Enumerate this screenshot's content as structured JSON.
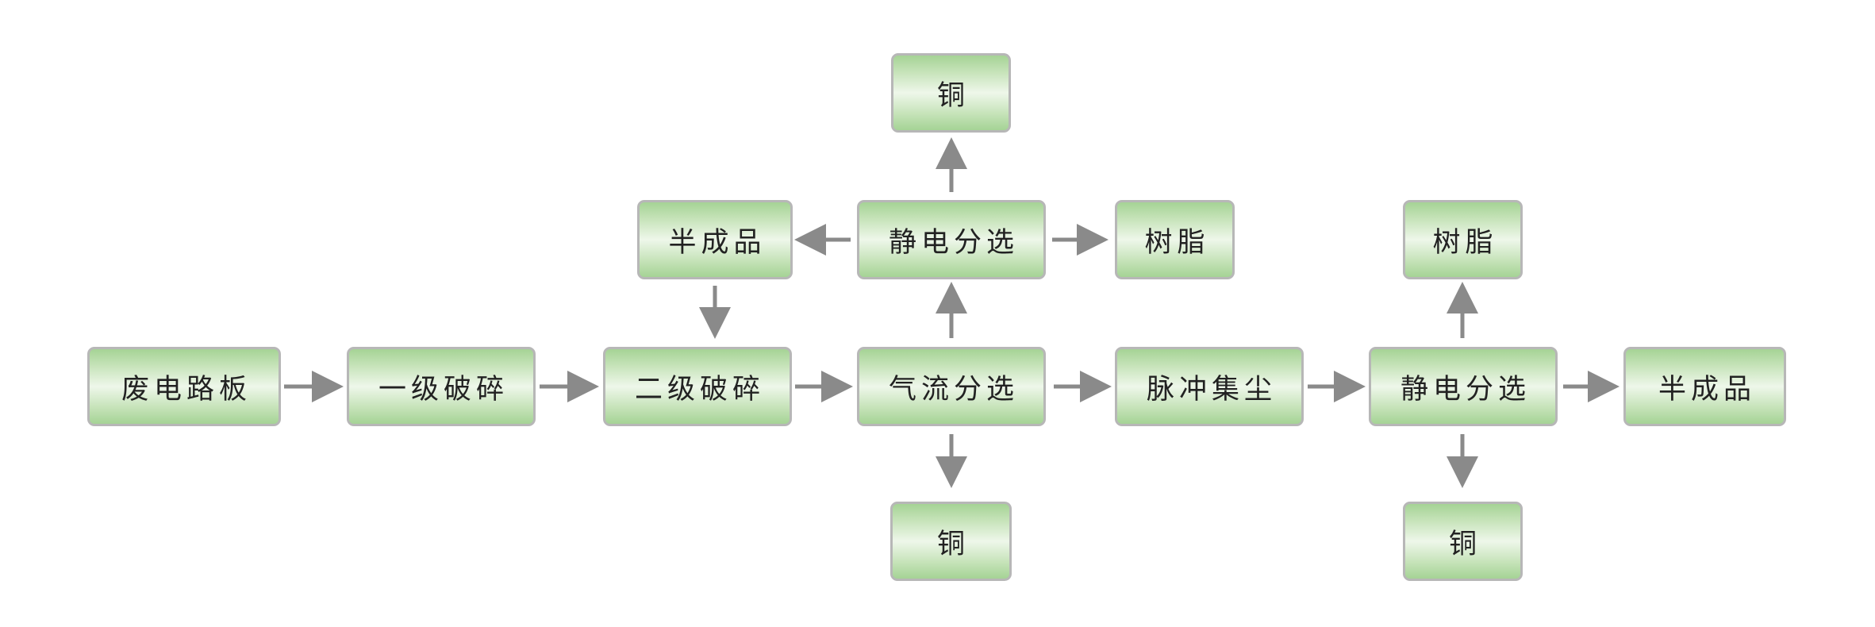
{
  "nodes": {
    "waste_board": "废电路板",
    "primary_crush": "一级破碎",
    "secondary_crush": "二级破碎",
    "air_separation": "气流分选",
    "pulse_dust": "脉冲集尘",
    "electrostatic_2": "静电分选",
    "semi_product_2": "半成品",
    "electrostatic_1": "静电分选",
    "semi_product_1": "半成品",
    "resin_1": "树脂",
    "copper_top": "铜",
    "copper_air": "铜",
    "resin_2": "树脂",
    "copper_2": "铜"
  },
  "colors": {
    "box_fill_edge": "#a5d395",
    "box_fill_center": "#eef7ea",
    "box_border": "#b7b7b7",
    "arrow": "#8a8a8a",
    "text": "#222222"
  }
}
